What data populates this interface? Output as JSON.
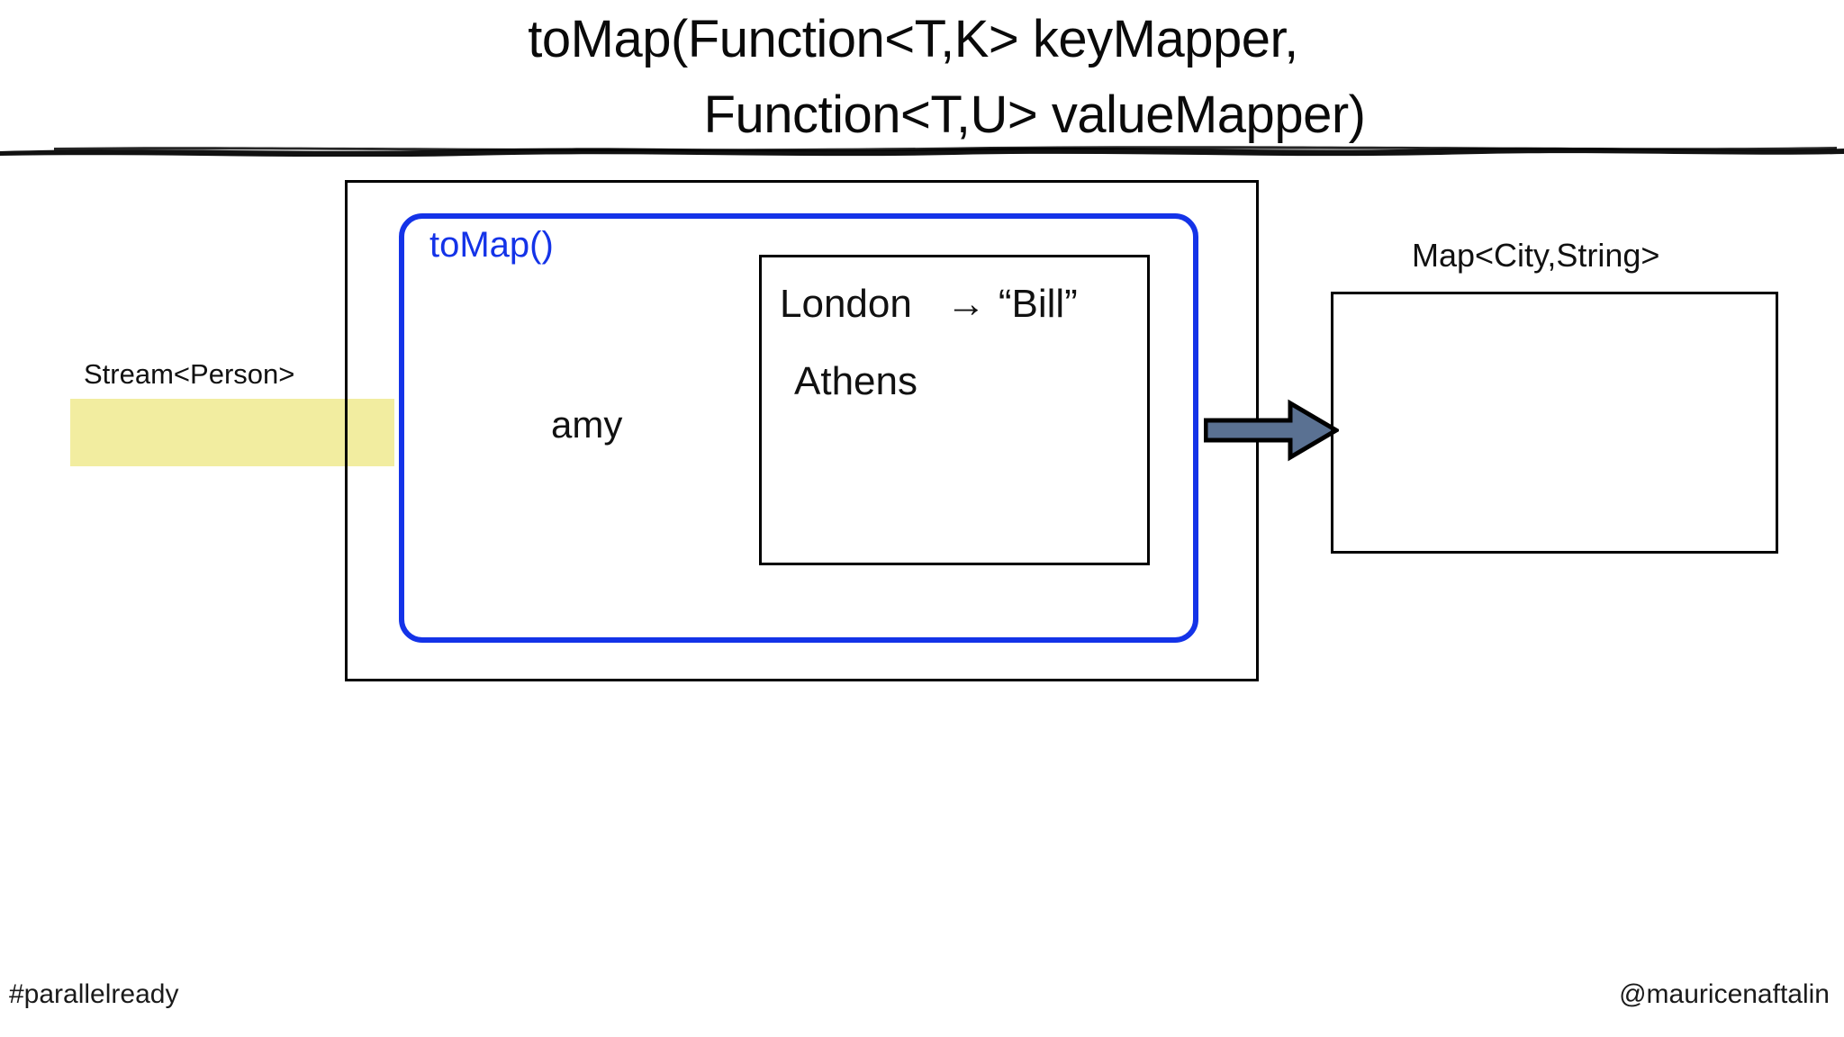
{
  "slide": {
    "title": {
      "line1": "toMap(Function<T,K> keyMapper,",
      "line2": "Function<T,U> valueMapper)"
    },
    "divider": "rough-ink-rule"
  },
  "pipeline": {
    "stream": {
      "label": "Stream<Person>",
      "bar_color": "#f2eda0"
    },
    "collector": {
      "label": "toMap()",
      "color": "#1433e8",
      "element_label": "amy"
    },
    "mapping": {
      "rows": [
        {
          "key": "London",
          "arrow": "→",
          "value": "“Bill”"
        },
        {
          "key": "Athens",
          "arrow": "",
          "value": ""
        }
      ]
    },
    "arrow": {
      "name": "result-arrow",
      "fill": "#5a7192",
      "stroke": "#000000"
    },
    "result": {
      "label": "Map<City,String>"
    }
  },
  "footer": {
    "left": "#parallelready",
    "right": "@mauricenaftalin"
  }
}
